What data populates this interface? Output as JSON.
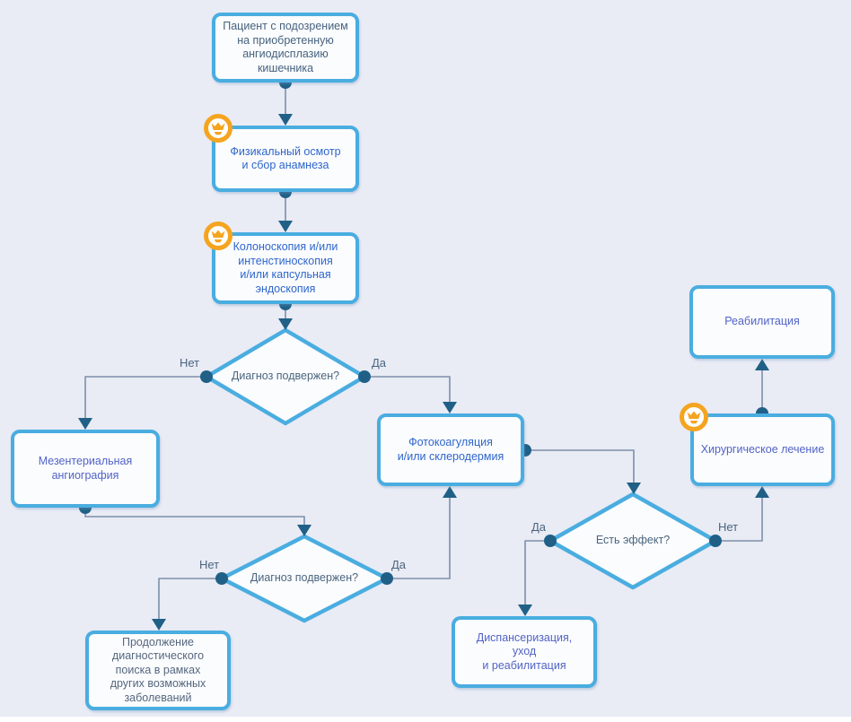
{
  "palette": {
    "background": "#e9ebf5",
    "shape_border": "#4aade0",
    "shape_fill": "#fbfcfe",
    "connector_line": "#7d90a8",
    "arrow_dot": "#206087",
    "badge_orange": "#f5a41f",
    "text_slate": "#46627e",
    "text_blue": "#2e66cb",
    "text_indigo": "#5163c6"
  },
  "nodes": {
    "patient": {
      "text": "Пациент с подозрением\nна приобретенную\nангиодисплазию\nкишечника"
    },
    "physical_exam": {
      "text": "Физикальный осмотр\nи сбор анамнеза"
    },
    "colonoscopy": {
      "text": "Колоноскопия и/или\nинтенстиноскопия\nи/или капсульная\nэндоскопия"
    },
    "mesenteric_angiography": {
      "text": "Мезентериальная\nангиография"
    },
    "continue_search": {
      "text": "Продолжение\nдиагностического\nпоиска в рамках\nдругих возможных\nзаболеваний"
    },
    "photocoagulation": {
      "text": "Фотокоагуляция\nи/или склеродермия"
    },
    "dispensary_care": {
      "text": "Диспансеризация,\nуход\nи реабилитация"
    },
    "surgery": {
      "text": "Хирургическое лечение"
    },
    "rehabilitation": {
      "text": "Реабилитация"
    }
  },
  "decisions": {
    "diagnosis_confirmed_1": {
      "text": "Диагноз подвержен?"
    },
    "diagnosis_confirmed_2": {
      "text": "Диагноз подвержен?"
    },
    "has_effect": {
      "text": "Есть эффект?"
    }
  },
  "branch_labels": {
    "yes": "Да",
    "no": "Нет"
  },
  "icons": {
    "expert_badge": "expert-badge-icon"
  }
}
